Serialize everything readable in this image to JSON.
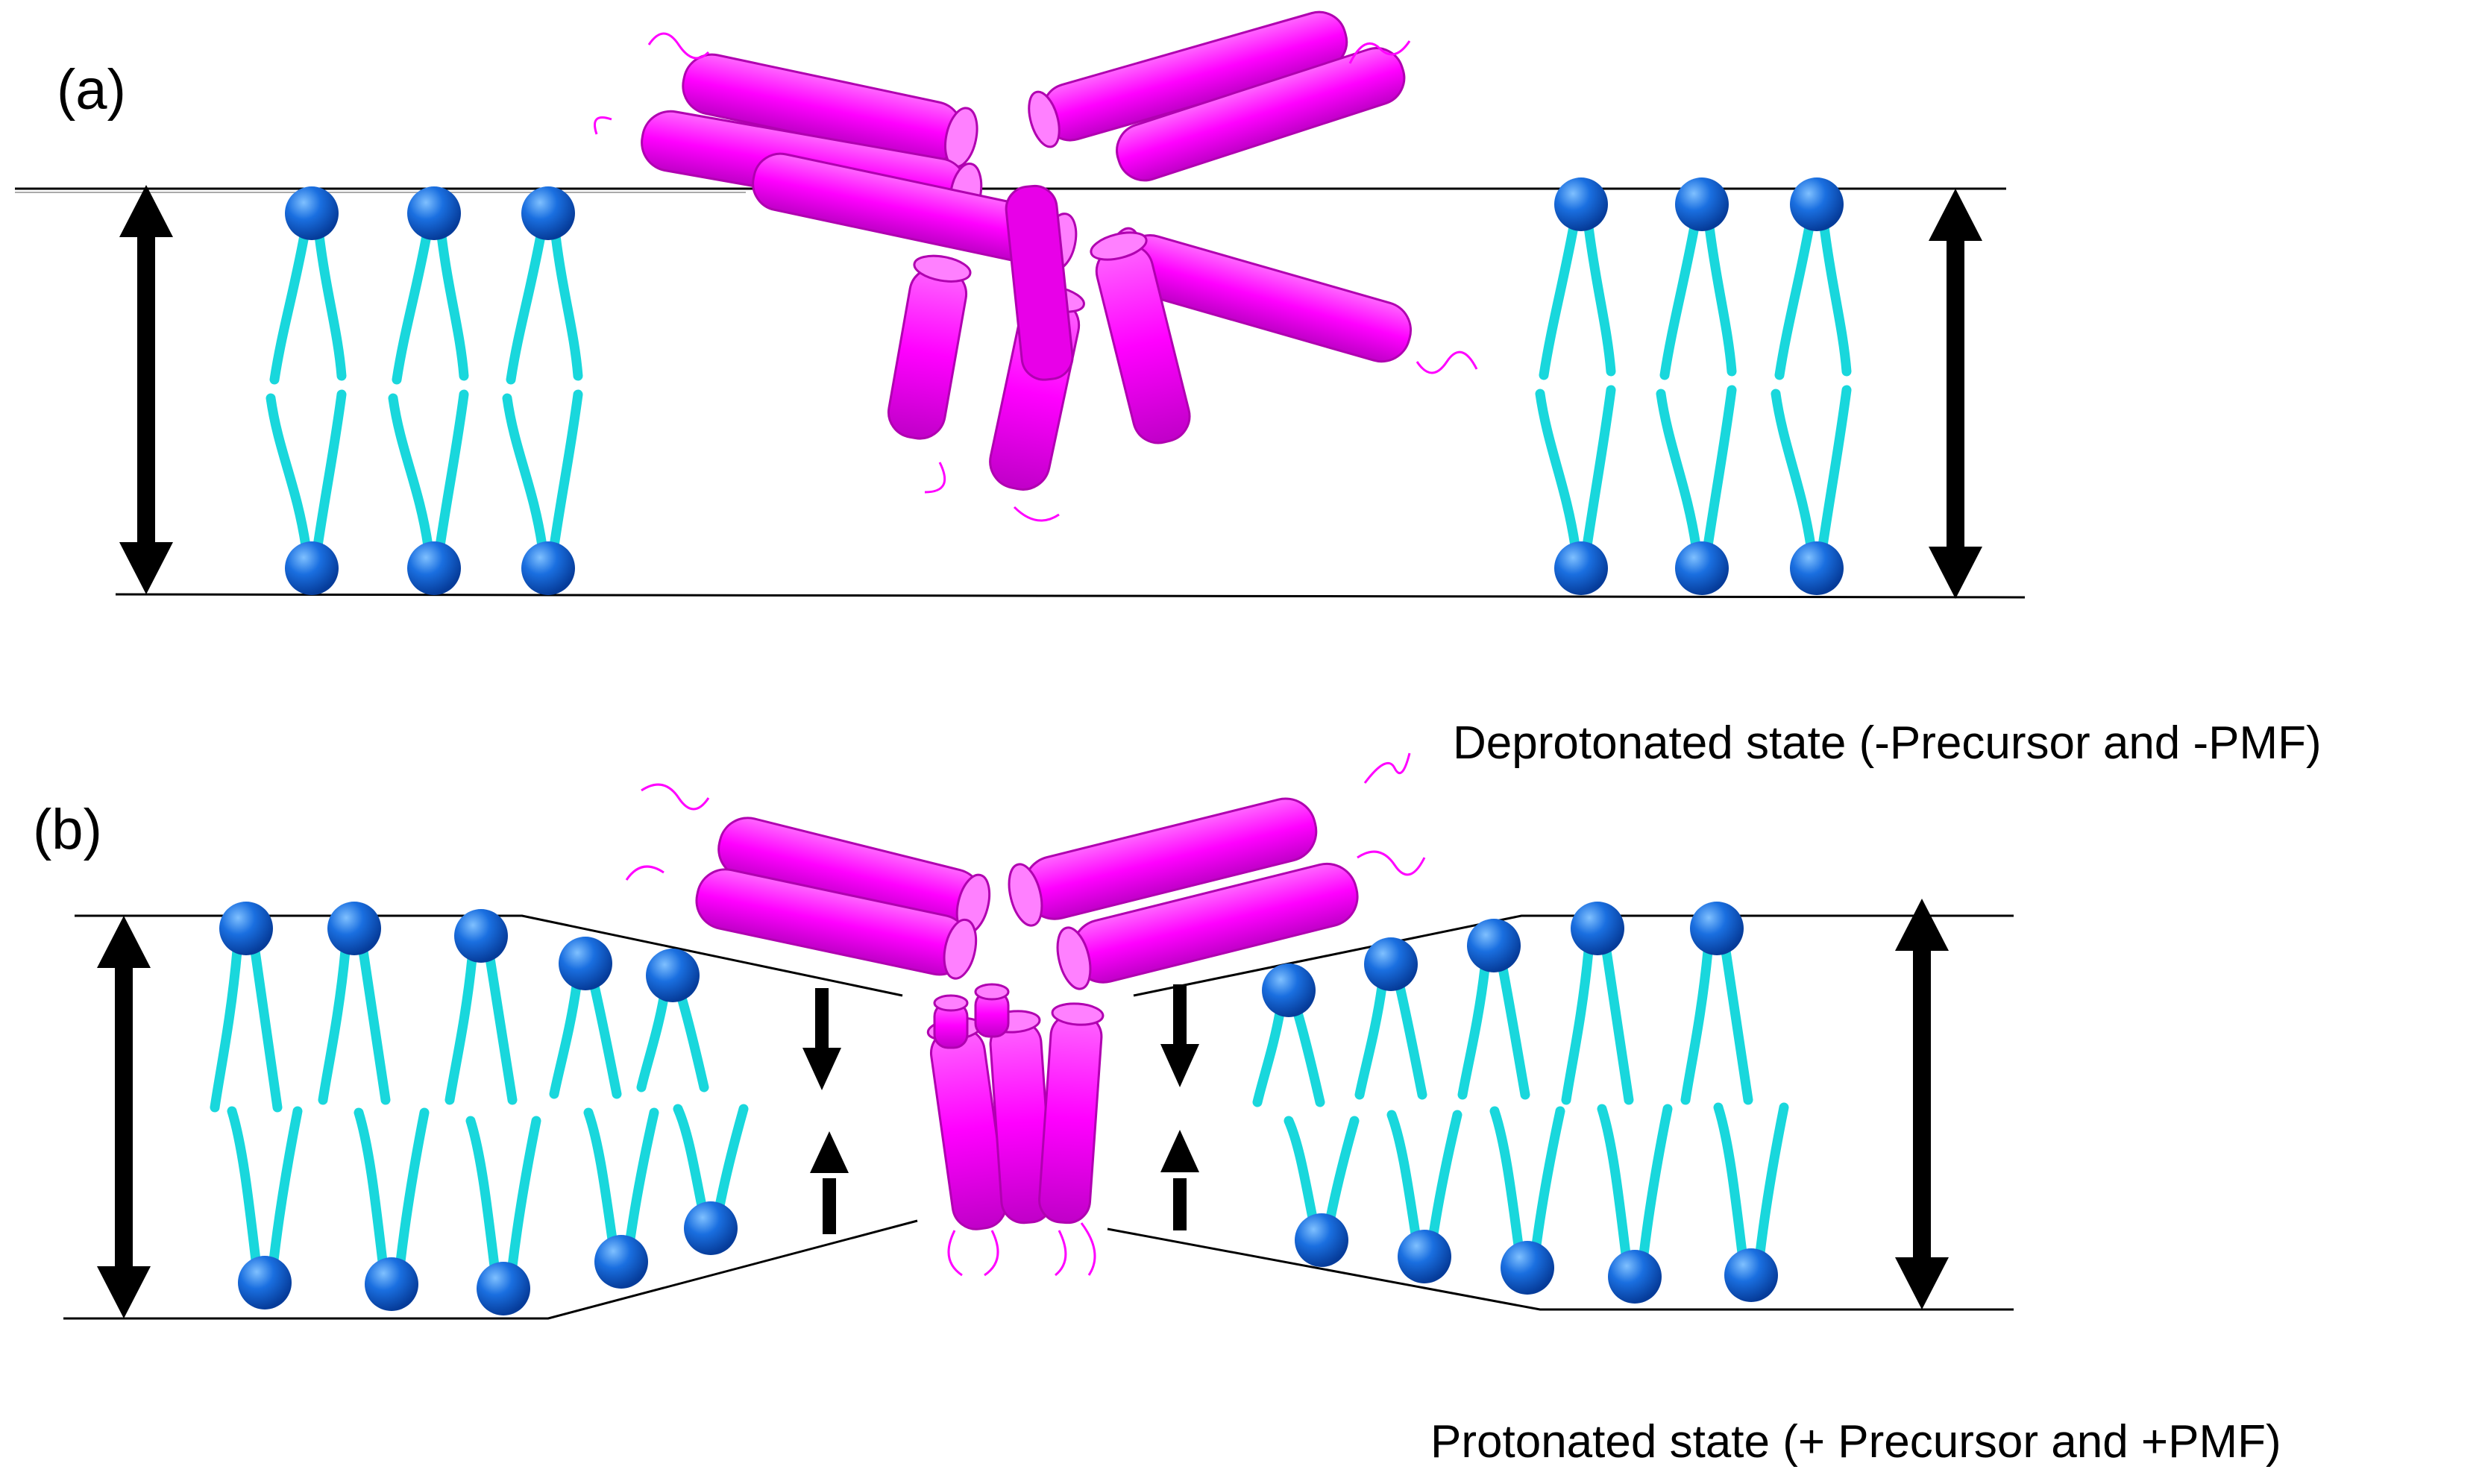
{
  "panel_a": {
    "label": "(a)",
    "caption": "Deprotonated state (-Precursor and -PMF)"
  },
  "panel_b": {
    "label": "(b)",
    "caption": "Protonated  state (+ Precursor and +PMF)"
  },
  "colors": {
    "lipid_tail": "#19d7dc",
    "lipid_head": "#0a5fd6",
    "protein": "#ff00ff",
    "line": "#000000",
    "arrow": "#000000"
  }
}
